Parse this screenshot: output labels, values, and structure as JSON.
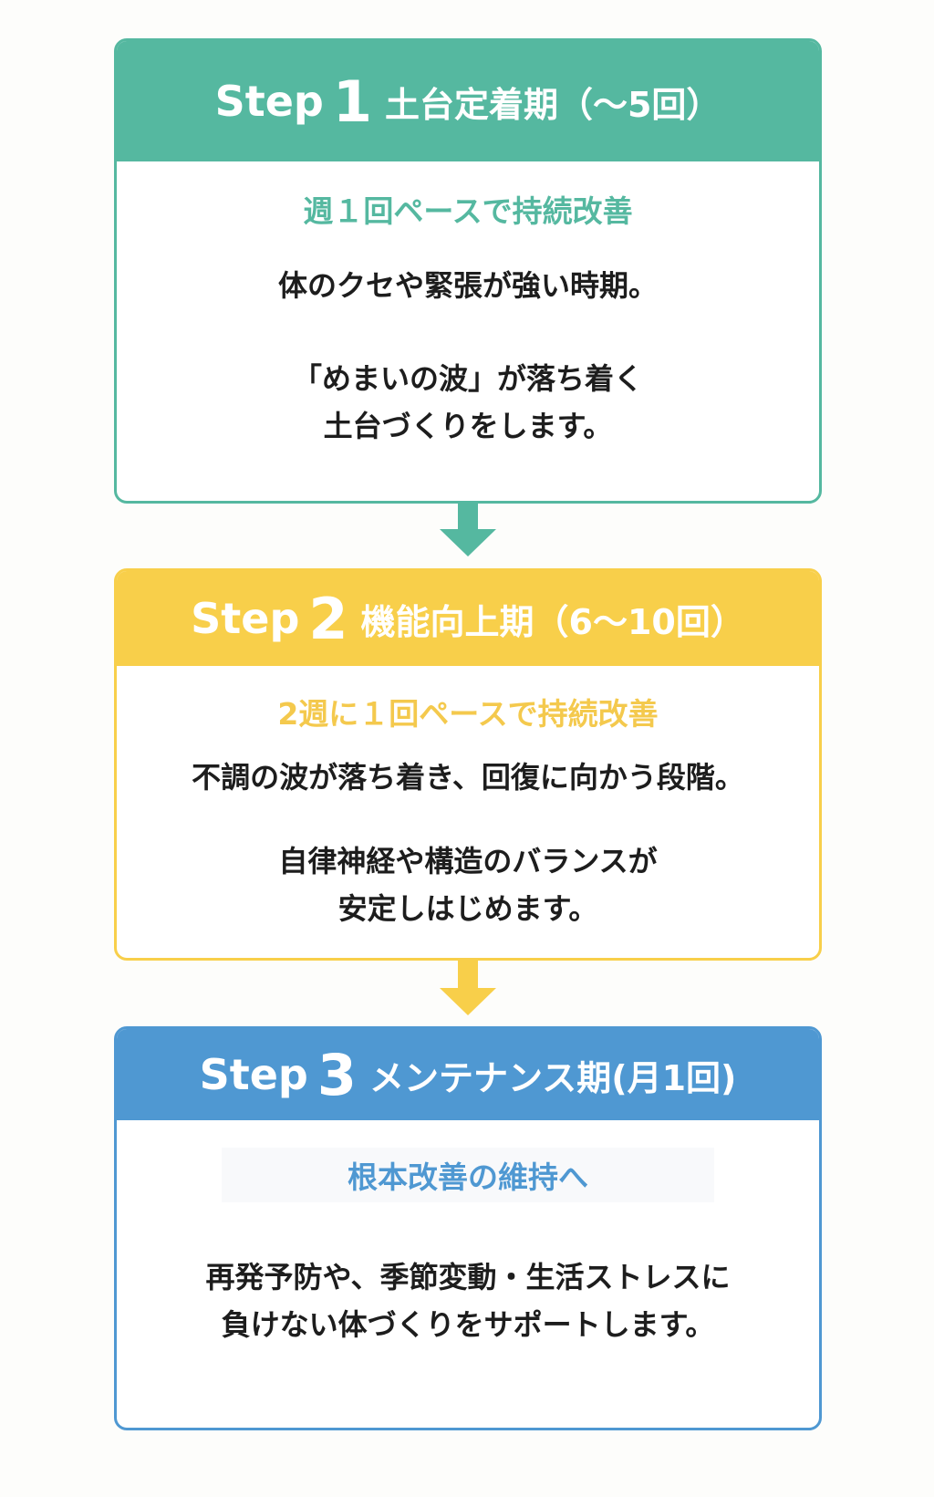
{
  "steps": [
    {
      "word": "Step",
      "number": "1",
      "title": "土台定着期（〜5回）",
      "subtitle": "週１回ペースで持続改善",
      "desc1_line1": "体のクセや緊張が強い時期。",
      "desc2_line1": "「めまいの波」が落ち着く",
      "desc2_line2": "土台づくりをします。",
      "color": "#55b8a0"
    },
    {
      "word": "Step",
      "number": "2",
      "title": "機能向上期（6〜10回）",
      "subtitle": "2週に１回ペースで持続改善",
      "desc1_line1": "不調の波が落ち着き、回復に向かう段階。",
      "desc2_line1": "自律神経や構造のバランスが",
      "desc2_line2": "安定しはじめます。",
      "color": "#f8cf4a"
    },
    {
      "word": "Step",
      "number": "3",
      "title": "メンテナンス期(月1回)",
      "subtitle": "根本改善の維持へ",
      "desc1_line1": "再発予防や、季節変動・生活ストレスに",
      "desc1_line2": "負けない体づくりをサポートします。",
      "color": "#4f98d2"
    }
  ]
}
